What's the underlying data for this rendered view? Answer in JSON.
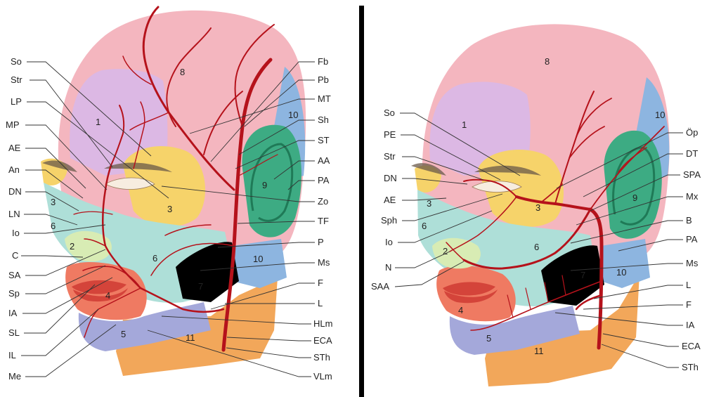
{
  "left_panel": {
    "labels_left": [
      "So",
      "Str",
      "LP",
      "MP",
      "AE",
      "An",
      "DN",
      "LN",
      "Io",
      "C",
      "SA",
      "Sp",
      "IA",
      "SL",
      "IL",
      "Me"
    ],
    "labels_right": [
      "Fb",
      "Pb",
      "MT",
      "Sh",
      "ST",
      "AA",
      "PA",
      "Zo",
      "TF",
      "P",
      "Ms",
      "F",
      "L",
      "HLm",
      "ECA",
      "STh",
      "VLm"
    ],
    "region_numbers": [
      "8",
      "1",
      "10",
      "9",
      "3",
      "3",
      "6",
      "2",
      "6",
      "10",
      "7",
      "4",
      "5",
      "11"
    ]
  },
  "right_panel": {
    "labels_left": [
      "So",
      "PE",
      "Str",
      "DN",
      "AE",
      "Sph",
      "Io",
      "N",
      "SAA"
    ],
    "labels_right": [
      "Öp",
      "DT",
      "SPA",
      "Mx",
      "B",
      "PA",
      "Ms",
      "L",
      "F",
      "IA",
      "ECA",
      "STh"
    ],
    "region_numbers": [
      "8",
      "1",
      "10",
      "9",
      "3",
      "3",
      "6",
      "6",
      "2",
      "7",
      "10",
      "4",
      "5",
      "11"
    ]
  },
  "colors": {
    "scalp": "#f4b6bf",
    "forehead": "#dcb8e4",
    "temporal": "#8db5e0",
    "ear": "#3dab83",
    "zygomatic": "#f6d36a",
    "cheek": "#aedfd8",
    "lip": "#ef7a62",
    "chin": "#a4a8da",
    "neck": "#f2a75a",
    "nose": "#d8ecb4",
    "artery": "#b5121b",
    "divider": "#000000"
  }
}
